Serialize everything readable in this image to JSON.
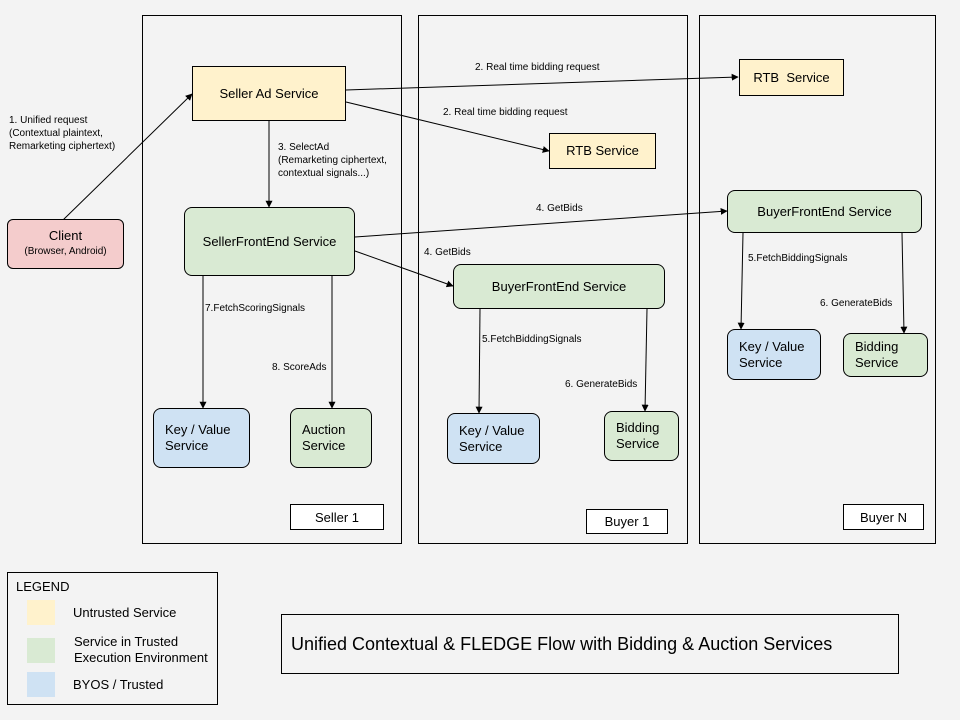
{
  "title": "Unified Contextual & FLEDGE Flow with Bidding & Auction Services",
  "colors": {
    "untrusted": "#fff2cc",
    "trusted_env": "#d9ead3",
    "byos": "#cfe2f3",
    "client": "#f4cccc"
  },
  "client": {
    "name": "Client",
    "sub": "(Browser, Android)"
  },
  "seller": {
    "panel_label": "Seller 1",
    "ad_service": "Seller Ad Service",
    "frontend": "SellerFrontEnd Service",
    "kv": "Key / Value\nService",
    "auction": "Auction\nService"
  },
  "buyer1": {
    "panel_label": "Buyer 1",
    "rtb": "RTB Service",
    "frontend": "BuyerFrontEnd Service",
    "kv": "Key / Value\nService",
    "bidding": "Bidding\nService"
  },
  "buyerN": {
    "panel_label": "Buyer N",
    "rtb": "RTB  Service",
    "frontend": "BuyerFrontEnd Service",
    "kv": "Key / Value\nService",
    "bidding": "Bidding\nService"
  },
  "edges": {
    "unified_request": "1. Unified request\n(Contextual plaintext,\nRemarketing ciphertext)",
    "rtb_request_n": "2. Real time bidding request",
    "rtb_request_1": "2. Real time bidding request",
    "select_ad": "3. SelectAd\n(Remarketing ciphertext,\ncontextual signals...)",
    "get_bids_n": "4. GetBids",
    "get_bids_1": "4. GetBids",
    "fetch_scoring": "7.FetchScoringSignals",
    "score_ads": "8. ScoreAds",
    "fetch_bidding_1": "5.FetchBiddingSignals",
    "generate_bids_1": "6. GenerateBids",
    "fetch_bidding_n": "5.FetchBiddingSignals",
    "generate_bids_n": "6. GenerateBids"
  },
  "legend": {
    "heading": "LEGEND",
    "items": [
      {
        "label": "Untrusted Service",
        "color": "#fff2cc"
      },
      {
        "label": "Service in Trusted\nExecution Environment",
        "color": "#d9ead3"
      },
      {
        "label": "BYOS / Trusted",
        "color": "#cfe2f3"
      }
    ]
  }
}
